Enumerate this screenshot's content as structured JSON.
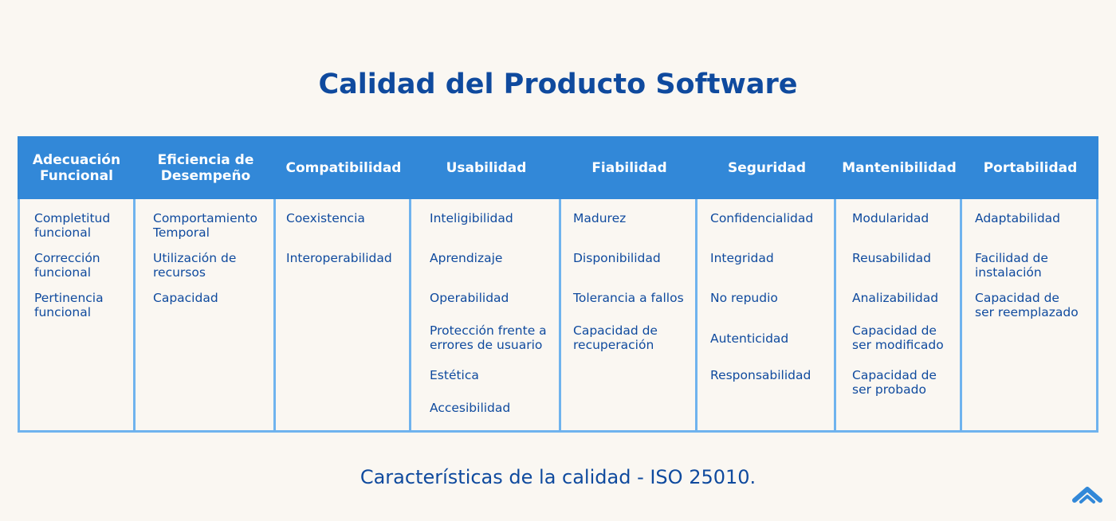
{
  "title": "Calidad del Producto Software",
  "footer": "Características de la calidad - ISO 25010.",
  "colors": {
    "header_bg": "#3288d8",
    "border": "#6fb3ee",
    "text": "#0f4a9e",
    "background": "#faf7f2"
  },
  "columns": [
    {
      "header": "Adecuación\nFuncional",
      "items": [
        "Completitud\nfuncional",
        "Corrección\nfuncional",
        "Pertinencia\nfuncional"
      ]
    },
    {
      "header": "Eficiencia de\nDesempeño",
      "items": [
        "Comportamiento\nTemporal",
        "Utilización de\nrecursos",
        "Capacidad"
      ]
    },
    {
      "header": "Compatibilidad",
      "items": [
        "Coexistencia",
        "Interoperabilidad"
      ]
    },
    {
      "header": "Usabilidad",
      "items": [
        "Inteligibilidad",
        "Aprendizaje",
        "Operabilidad",
        "Protección frente a\nerrores de usuario",
        "Estética",
        "Accesibilidad"
      ]
    },
    {
      "header": "Fiabilidad",
      "items": [
        "Madurez",
        "Disponibilidad",
        "Tolerancia a fallos",
        "Capacidad de\nrecuperación"
      ]
    },
    {
      "header": "Seguridad",
      "items": [
        "Confidencialidad",
        "Integridad",
        "No repudio",
        "Autenticidad",
        "Responsabilidad"
      ]
    },
    {
      "header": "Mantenibilidad",
      "items": [
        "Modularidad",
        "Reusabilidad",
        "Analizabilidad",
        "Capacidad de\nser modificado",
        "Capacidad de\nser probado"
      ]
    },
    {
      "header": "Portabilidad",
      "items": [
        "Adaptabilidad",
        "Facilidad de\ninstalación",
        "Capacidad de\nser reemplazado"
      ]
    }
  ]
}
